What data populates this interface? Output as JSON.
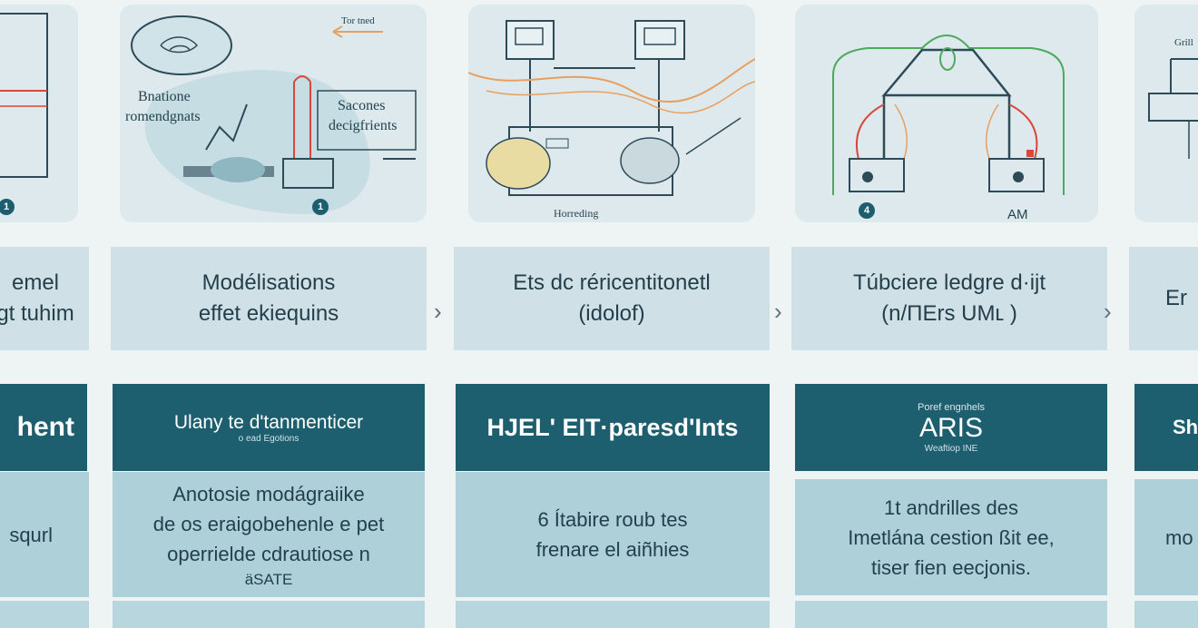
{
  "columns": [
    {
      "panel": {
        "texts": [],
        "badge": "1"
      },
      "label": {
        "line1": "emel",
        "line2": "gt tuhim"
      },
      "heading": {
        "sup": "",
        "main": "hent",
        "sub": ""
      },
      "body": {
        "line1": "squrl",
        "line2": "",
        "line3": "",
        "line4": ""
      }
    },
    {
      "panel": {
        "texts": [
          "Bnatione",
          "romendgnats",
          "Sacones",
          "decigfrients",
          "Tor tned"
        ],
        "badge": "1"
      },
      "label": {
        "line1": "Modélisations",
        "line2": "effet ekiequins"
      },
      "heading": {
        "sup": "",
        "main": "Ulany te d'tanmenticer",
        "sub": "o ead Egotions"
      },
      "body": {
        "line1": "Anotosie modágraiike",
        "line2": "de os eraigobehenle e pet",
        "line3": "operrielde cdrautiose n",
        "line4": "äSATE"
      }
    },
    {
      "panel": {
        "texts": [
          "Horreding"
        ],
        "badge": ""
      },
      "label": {
        "line1": "Ets dc réricentitonetl",
        "line2": "(idolof)"
      },
      "heading": {
        "sup": "",
        "main": "HJEL' EIT·paresd'Ints",
        "sub": ""
      },
      "body": {
        "line1": "6  Ítabire roub tes",
        "line2": "frenare el aiñhies",
        "line3": "",
        "line4": ""
      }
    },
    {
      "panel": {
        "texts": [
          "AM"
        ],
        "badge": "4"
      },
      "label": {
        "line1": "Túbciere ledgre d·ijt",
        "line2": "(n/ΠErs UMʟ )"
      },
      "heading": {
        "sup": "Poref engnhels",
        "main": "ARIS",
        "sub": "Weaftiop INE"
      },
      "body": {
        "line1": "1t  andrilles des",
        "line2": "Imetlána cestion ßit ee,",
        "line3": "tiser fien eecjonis.",
        "line4": ""
      }
    },
    {
      "panel": {
        "texts": [
          "Grill"
        ],
        "badge": ""
      },
      "label": {
        "line1": "",
        "line2": "Er"
      },
      "heading": {
        "sup": "",
        "main": "Sh",
        "sub": ""
      },
      "body": {
        "line1": "",
        "line2": "mo",
        "line3": "",
        "line4": ""
      }
    }
  ],
  "arrows": [
    "›",
    "›",
    "›"
  ],
  "colors": {
    "accent": "#1d5f6e",
    "panel": "#dde9ec",
    "label": "#cfe1e6",
    "body": "#aed0d9",
    "line_orange": "#e8a060",
    "line_red": "#d9483b",
    "line_green": "#4caa5b"
  }
}
